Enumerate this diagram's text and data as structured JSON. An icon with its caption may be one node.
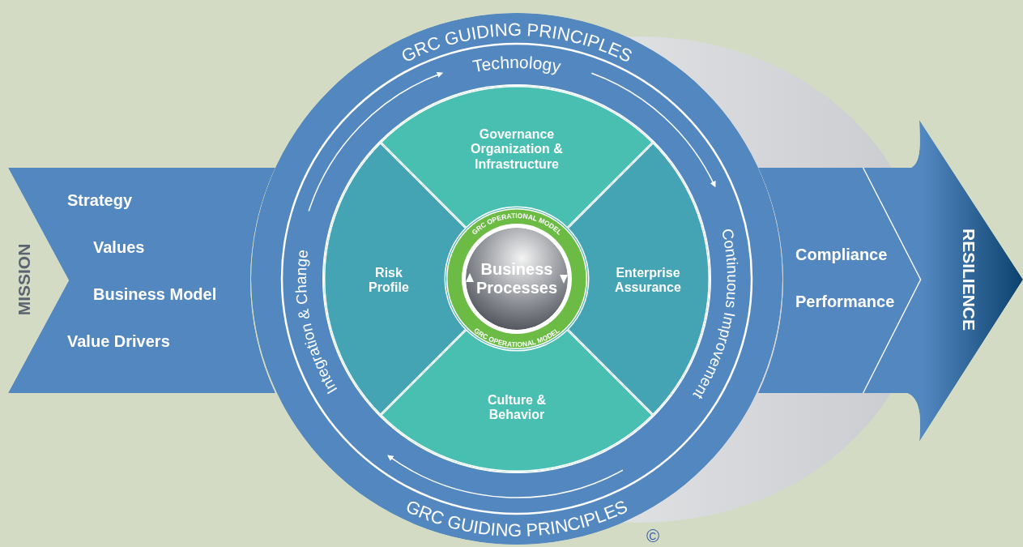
{
  "diagram": {
    "nodes": [
      {
        "text": [
          "Strategy",
          "Values",
          "Business Model",
          "Value Drivers"
        ],
        "beside": [
          "MISSION"
        ]
      },
      {
        "text": [
          "GRC GUIDING PRINCIPLES",
          "Technology",
          "Integration & Change",
          "Continuous Improvement",
          "GRC GUIDING PRINCIPLES"
        ]
      },
      {
        "text": [
          "Governance Organization & Infrastructure"
        ],
        "in": 1
      },
      {
        "text": [
          "Risk Profile"
        ],
        "in": 1
      },
      {
        "text": [
          "Enterprise Assurance"
        ],
        "in": 1
      },
      {
        "text": [
          "Culture & Behavior"
        ],
        "in": 1
      },
      {
        "text": [
          "GRC OPERATIONAL MODEL",
          "GRC OPERATIONAL MODEL"
        ],
        "in": 1
      },
      {
        "text": [
          "Business Processes"
        ],
        "in": 6
      },
      {
        "text": [
          "Compliance",
          "Performance"
        ]
      },
      {
        "text": [
          "RESILIENCE"
        ]
      }
    ],
    "labels": [
      "©"
    ]
  }
}
